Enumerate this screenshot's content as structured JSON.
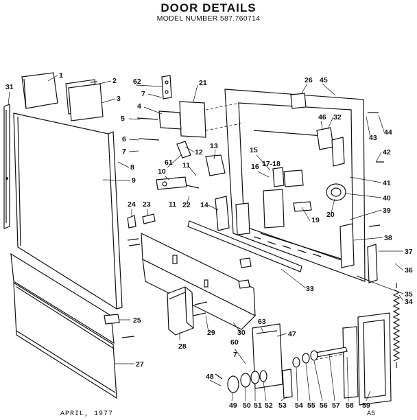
{
  "title": "DOOR DETAILS",
  "subtitle": "MODEL NUMBER 587.760714",
  "footer": {
    "date": "APRIL, 1977",
    "page": "A5"
  },
  "callouts": [
    "1",
    "2",
    "3",
    "4",
    "5",
    "6",
    "7",
    "7",
    "7",
    "8",
    "9",
    "10",
    "11",
    "11",
    "12",
    "13",
    "14",
    "15",
    "16",
    "17-18",
    "19",
    "20",
    "21",
    "22",
    "23",
    "24",
    "25",
    "26",
    "27",
    "28",
    "29",
    "30",
    "31",
    "32",
    "33",
    "34",
    "35",
    "36",
    "37",
    "38",
    "39",
    "40",
    "41",
    "42",
    "43",
    "44",
    "45",
    "46",
    "47",
    "48",
    "49",
    "50",
    "51",
    "52",
    "53",
    "54",
    "55",
    "56",
    "57",
    "58",
    "59",
    "60",
    "61",
    "62",
    "63"
  ]
}
